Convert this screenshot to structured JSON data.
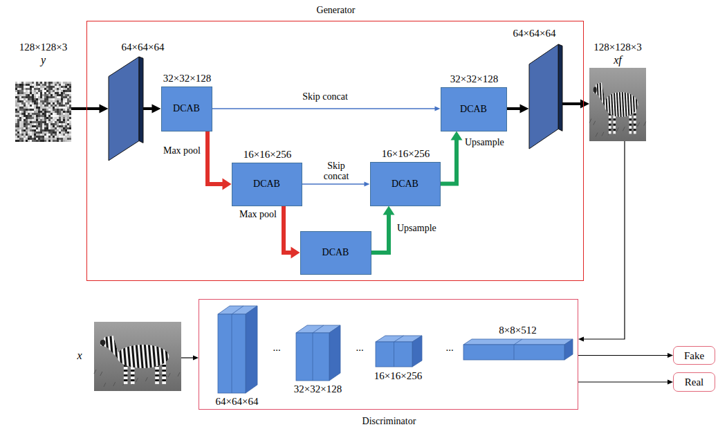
{
  "diagram": {
    "nodes": [
      {
        "text": [
          "Generator"
        ]
      },
      {
        "text": [
          "128×128×3",
          "y"
        ]
      },
      {
        "text": [
          "64×64×64"
        ],
        "in": 0
      },
      {
        "text": [
          "32×32×128",
          "DCAB"
        ],
        "in": 0
      },
      {
        "text": [
          "16×16×256",
          "DCAB"
        ],
        "in": 0
      },
      {
        "text": [
          "DCAB"
        ],
        "in": 0
      },
      {
        "text": [
          "16×16×256",
          "DCAB"
        ],
        "in": 0
      },
      {
        "text": [
          "32×32×128",
          "DCAB"
        ],
        "in": 0
      },
      {
        "text": [
          "64×64×64"
        ],
        "in": 0
      },
      {
        "text": [
          "128×128×3",
          "xf"
        ]
      },
      {
        "text": [
          "Discriminator"
        ]
      },
      {
        "text": [
          "x"
        ]
      },
      {
        "text": [
          "64×64×64"
        ],
        "in": 10
      },
      {
        "text": [
          "32×32×128"
        ],
        "in": 10
      },
      {
        "text": [
          "16×16×256"
        ],
        "in": 10
      },
      {
        "text": [
          "8×8×512"
        ],
        "in": 10
      },
      {
        "text": [
          "Fake"
        ]
      },
      {
        "text": [
          "Real"
        ]
      }
    ],
    "edges": [
      {
        "from": 1,
        "to": 2,
        "arrow": "to"
      },
      {
        "from": 2,
        "to": 3,
        "arrow": "to"
      },
      {
        "from": 3,
        "to": 4,
        "label": "Max pool",
        "arrow": "to"
      },
      {
        "from": 4,
        "to": 5,
        "label": "Max pool",
        "arrow": "to"
      },
      {
        "from": 5,
        "to": 6,
        "label": "Upsample",
        "arrow": "to"
      },
      {
        "from": 6,
        "to": 7,
        "label": "Upsample",
        "arrow": "to"
      },
      {
        "from": 3,
        "to": 7,
        "label": "Skip concat",
        "arrow": "to"
      },
      {
        "from": 4,
        "to": 6,
        "label": "Skip concat",
        "arrow": "to"
      },
      {
        "from": 7,
        "to": 8,
        "arrow": "to"
      },
      {
        "from": 8,
        "to": 9,
        "arrow": "to"
      },
      {
        "from": 9,
        "to": 10,
        "arrow": "to"
      },
      {
        "from": 11,
        "to": 10,
        "arrow": "to"
      },
      {
        "from": 10,
        "to": 16,
        "arrow": "to"
      },
      {
        "from": 10,
        "to": 17,
        "arrow": "to"
      }
    ],
    "labels": [
      "...",
      "...",
      "..."
    ]
  }
}
